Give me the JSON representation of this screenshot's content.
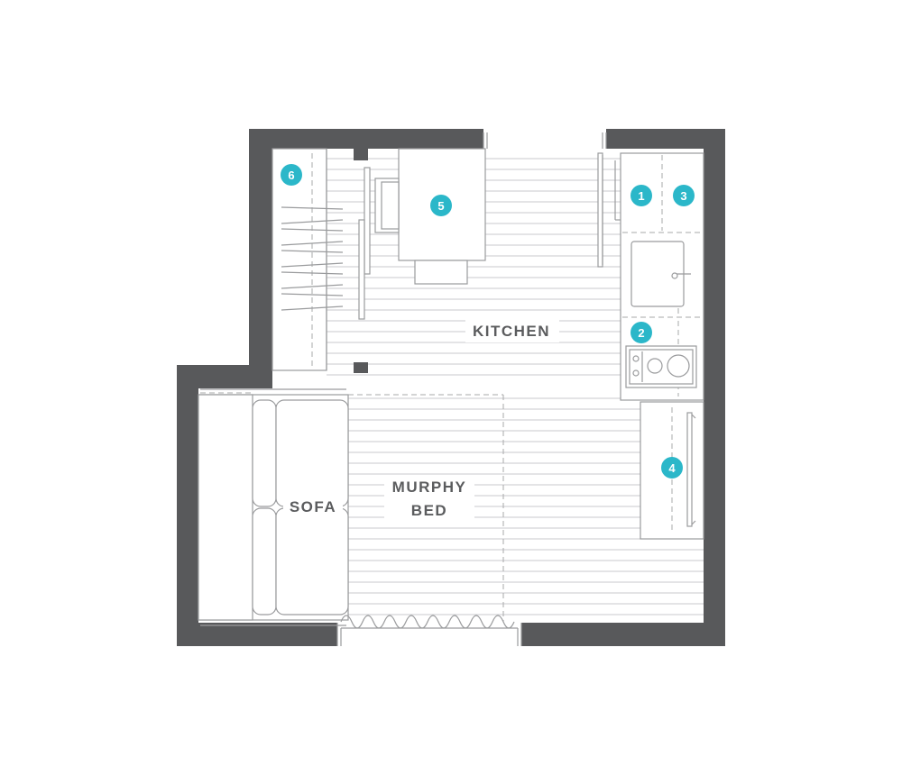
{
  "rooms": {
    "kitchen": "KITCHEN",
    "murphy_bed_line1": "MURPHY",
    "murphy_bed_line2": "BED",
    "sofa": "SOFA"
  },
  "badges": [
    "1",
    "2",
    "3",
    "4",
    "5",
    "6"
  ],
  "colors": {
    "wall": "#58595b",
    "badge": "#2bb7c9",
    "line": "#9a9b9d",
    "floor": "#c9cacc",
    "label": "#5b5c5e"
  }
}
